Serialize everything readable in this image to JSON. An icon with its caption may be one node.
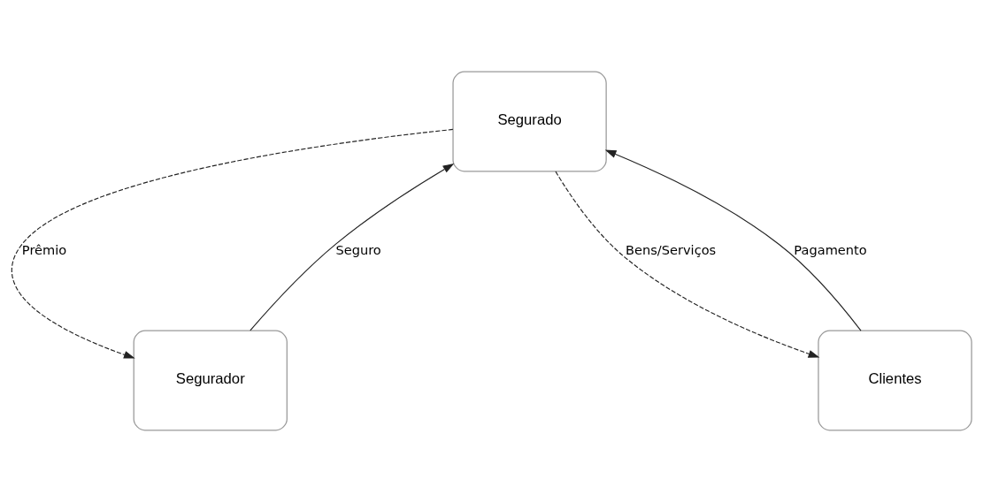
{
  "diagram": {
    "nodes": [
      {
        "text": [
          "Segurado"
        ]
      },
      {
        "text": [
          "Segurador"
        ]
      },
      {
        "text": [
          "Clientes"
        ]
      }
    ],
    "edges": [
      {
        "from": 0,
        "to": 1,
        "arrow": "to",
        "label": "Prêmio",
        "style": "dashed"
      },
      {
        "from": 1,
        "to": 0,
        "arrow": "to",
        "label": "Seguro"
      },
      {
        "from": 0,
        "to": 2,
        "arrow": "to",
        "label": "Bens/Serviços",
        "style": "dashed"
      },
      {
        "from": 2,
        "to": 0,
        "arrow": "to",
        "label": "Pagamento"
      }
    ]
  }
}
